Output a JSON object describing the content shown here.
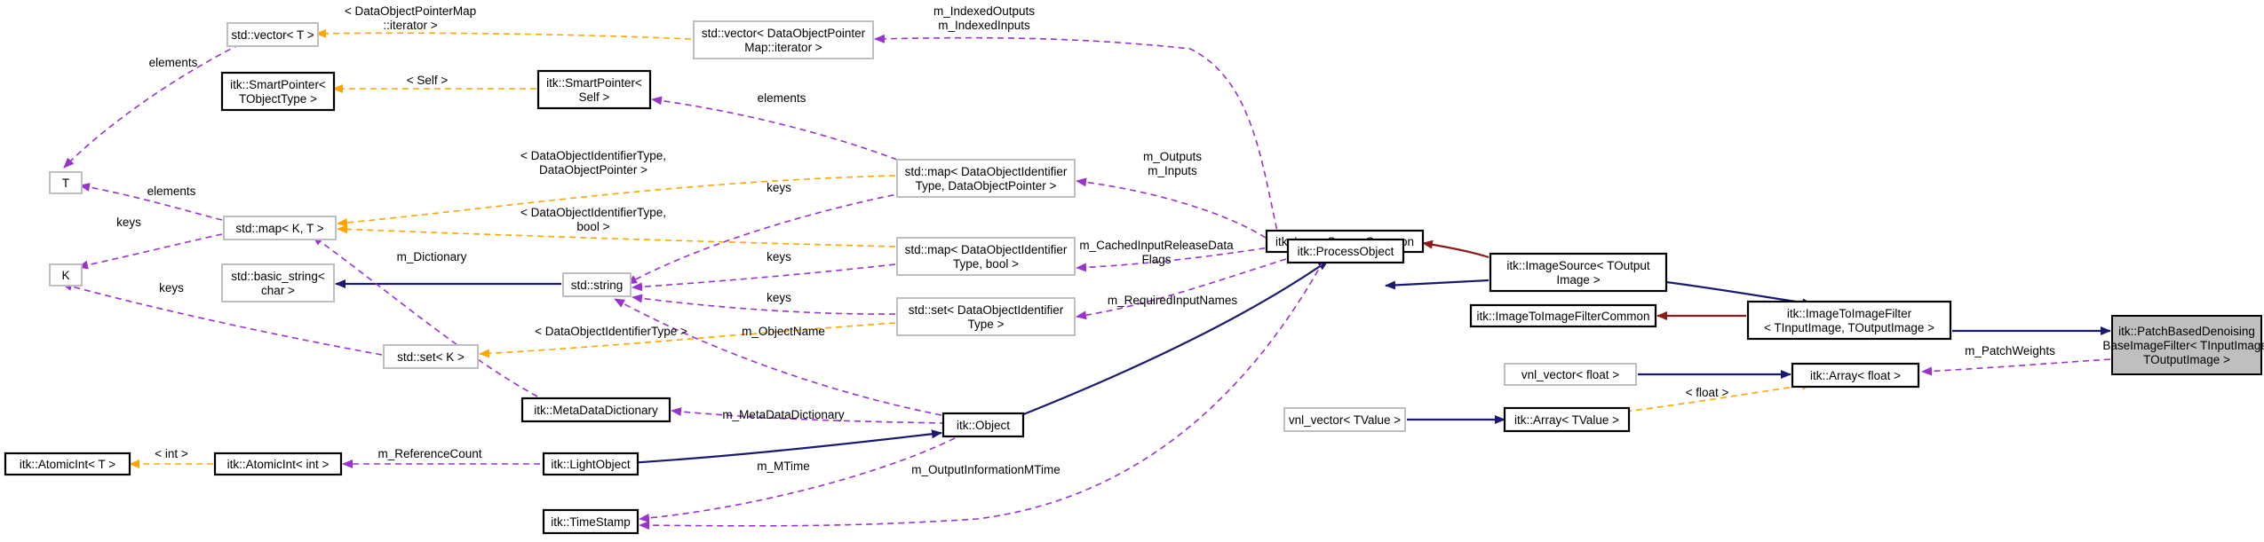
{
  "nodes": [
    {
      "id": "vector_T",
      "lines": [
        "std::vector< T >"
      ],
      "style": "gray"
    },
    {
      "id": "smartptr_T",
      "lines": [
        "itk::SmartPointer<",
        "TObjectType >"
      ],
      "style": "normal"
    },
    {
      "id": "T",
      "lines": [
        "T"
      ],
      "style": "gray"
    },
    {
      "id": "K",
      "lines": [
        "K"
      ],
      "style": "gray"
    },
    {
      "id": "atomic_T",
      "lines": [
        "itk::AtomicInt< T >"
      ],
      "style": "normal"
    },
    {
      "id": "vector_iter",
      "lines": [
        "std::vector< DataObjectPointer",
        "Map::iterator >"
      ],
      "style": "gray"
    },
    {
      "id": "smartptr_self",
      "lines": [
        "itk::SmartPointer<",
        "Self >"
      ],
      "style": "normal"
    },
    {
      "id": "map_KT",
      "lines": [
        "std::map< K, T >"
      ],
      "style": "gray"
    },
    {
      "id": "basic_string",
      "lines": [
        "std::basic_string<",
        "char >"
      ],
      "style": "gray"
    },
    {
      "id": "set_K",
      "lines": [
        "std::set< K >"
      ],
      "style": "gray"
    },
    {
      "id": "atomic_int",
      "lines": [
        "itk::AtomicInt< int >"
      ],
      "style": "normal"
    },
    {
      "id": "string",
      "lines": [
        "std::string"
      ],
      "style": "gray"
    },
    {
      "id": "metadata_dict",
      "lines": [
        "itk::MetaDataDictionary"
      ],
      "style": "normal"
    },
    {
      "id": "light_object",
      "lines": [
        "itk::LightObject"
      ],
      "style": "normal"
    },
    {
      "id": "timestamp",
      "lines": [
        "itk::TimeStamp"
      ],
      "style": "normal"
    },
    {
      "id": "map_dop",
      "lines": [
        "std::map< DataObjectIdentifier",
        "Type, DataObjectPointer >"
      ],
      "style": "gray"
    },
    {
      "id": "map_bool",
      "lines": [
        "std::map< DataObjectIdentifier",
        "Type, bool >"
      ],
      "style": "gray"
    },
    {
      "id": "set_doi",
      "lines": [
        "std::set< DataObjectIdentifier",
        "Type >"
      ],
      "style": "gray"
    },
    {
      "id": "object",
      "lines": [
        "itk::Object"
      ],
      "style": "normal"
    },
    {
      "id": "image_source_common",
      "lines": [
        "itk::ImageSourceCommon"
      ],
      "style": "normal"
    },
    {
      "id": "process_object",
      "lines": [
        "itk::ProcessObject"
      ],
      "style": "normal"
    },
    {
      "id": "image_source",
      "lines": [
        "itk::ImageSource< TOutput",
        "Image >"
      ],
      "style": "normal"
    },
    {
      "id": "i2i_common",
      "lines": [
        "itk::ImageToImageFilterCommon"
      ],
      "style": "normal"
    },
    {
      "id": "i2i_filter",
      "lines": [
        "itk::ImageToImageFilter",
        "< TInputImage, TOutputImage >"
      ],
      "style": "normal"
    },
    {
      "id": "vnl_float",
      "lines": [
        "vnl_vector< float >"
      ],
      "style": "gray"
    },
    {
      "id": "vnl_tvalue",
      "lines": [
        "vnl_vector< TValue >"
      ],
      "style": "gray"
    },
    {
      "id": "array_float",
      "lines": [
        "itk::Array< float >"
      ],
      "style": "normal"
    },
    {
      "id": "array_tvalue",
      "lines": [
        "itk::Array< TValue >"
      ],
      "style": "normal"
    },
    {
      "id": "patch_filter",
      "lines": [
        "itk::PatchBasedDenoising",
        "BaseImageFilter< TInputImage,",
        "TOutputImage >"
      ],
      "style": "focus"
    }
  ],
  "edge_labels": {
    "dopm_iterator": [
      "< DataObjectPointerMap",
      "::iterator >"
    ],
    "elements_top": [
      "elements"
    ],
    "self": [
      "< Self >"
    ],
    "indexed": [
      "m_IndexedOutputs",
      "m_IndexedInputs"
    ],
    "elements_mid": [
      "elements"
    ],
    "elements_map": [
      "elements"
    ],
    "keys_left": [
      "keys"
    ],
    "keys_setk": [
      "keys"
    ],
    "doi_dop": [
      "< DataObjectIdentifierType,",
      "DataObjectPointer >"
    ],
    "doi_bool": [
      "< DataObjectIdentifierType,",
      "bool >"
    ],
    "keys_map_dop": [
      "keys"
    ],
    "keys_map_bool": [
      "keys"
    ],
    "keys_set_doi": [
      "keys"
    ],
    "dictionary": [
      "m_Dictionary"
    ],
    "doi_type": [
      "< DataObjectIdentifierType >"
    ],
    "object_name": [
      "m_ObjectName"
    ],
    "outputs_inputs": [
      "m_Outputs",
      "m_Inputs"
    ],
    "cached": [
      "m_CachedInputReleaseData",
      "Flags"
    ],
    "required": [
      "m_RequiredInputNames"
    ],
    "metadata": [
      "m_MetaDataDictionary"
    ],
    "refcount": [
      "m_ReferenceCount"
    ],
    "int": [
      "< int >"
    ],
    "mtime": [
      "m_MTime"
    ],
    "output_mtime": [
      "m_OutputInformationMTime"
    ],
    "float": [
      "< float >"
    ],
    "patch_weights": [
      "m_PatchWeights"
    ]
  }
}
